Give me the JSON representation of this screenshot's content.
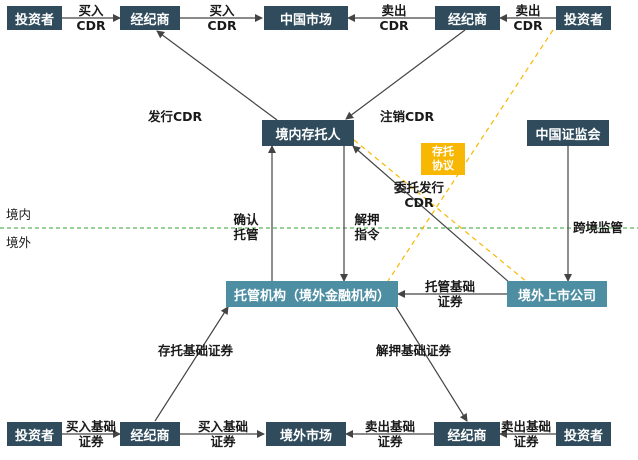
{
  "regions": {
    "domestic": "境内",
    "overseas": "境外"
  },
  "top_row": {
    "investor_left": "投资者",
    "broker_left": "经纪商",
    "market": "中国市场",
    "broker_right": "经纪商",
    "investor_right": "投资者",
    "buy_cdr_1": [
      "买入",
      "CDR"
    ],
    "buy_cdr_2": [
      "买入",
      "CDR"
    ],
    "sell_cdr_1": [
      "卖出",
      "CDR"
    ],
    "sell_cdr_2": [
      "卖出",
      "CDR"
    ]
  },
  "middle": {
    "depositary": "境内存托人",
    "issue_cdr": "发行CDR",
    "cancel_cdr": "注销CDR",
    "deposit_agreement": [
      "存托",
      "协议"
    ],
    "entrust_issue": [
      "委托发行",
      "CDR"
    ],
    "regulator": "中国证监会",
    "confirm_custody": [
      "确认",
      "托管"
    ],
    "release_instruction": [
      "解押",
      "指令"
    ],
    "cross_border": "跨境监管"
  },
  "lower": {
    "custodian": "托管机构（境外金融机构）",
    "listed_company": "境外上市公司",
    "custody_securities": [
      "托管基础",
      "证券"
    ],
    "deposit_securities": "存托基础证券",
    "release_securities": "解押基础证券"
  },
  "bottom_row": {
    "investor_left": "投资者",
    "broker_left": "经纪商",
    "market": "境外市场",
    "broker_right": "经纪商",
    "investor_right": "投资者",
    "buy_1": [
      "买入基础",
      "证券"
    ],
    "buy_2": [
      "买入基础",
      "证券"
    ],
    "sell_1": [
      "卖出基础",
      "证券"
    ],
    "sell_2": [
      "卖出基础",
      "证券"
    ]
  },
  "colors": {
    "dark_box": "#2f4b5c",
    "teal_box": "#4d8ea3",
    "agreement": "#f8b703",
    "border_line": "#5cb85c",
    "dashed_link": "#f8b703",
    "arrow": "#444444"
  }
}
